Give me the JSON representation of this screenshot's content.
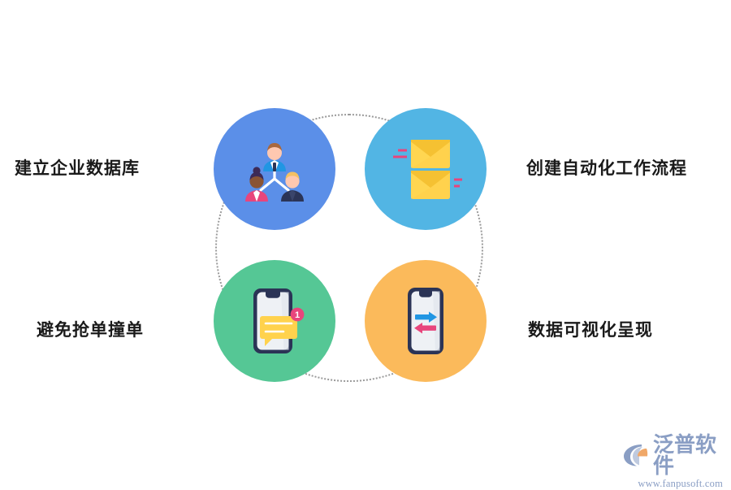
{
  "background_color": "#ffffff",
  "diagram": {
    "title": "",
    "connector": {
      "shape": "dotted-circle",
      "color": "#9a9a9a",
      "style": "dotted"
    },
    "nodes": [
      {
        "id": "tl",
        "position": "top-left",
        "label": "建立企业数据库",
        "label_side": "left",
        "circle_color": "#5b8fe8",
        "icon": "team-org-chart-icon",
        "icon_colors": {
          "leader_shirt": "#2196e3",
          "leader_hair": "#a9683e",
          "tie": "#2b3456",
          "woman_top": "#e8457c",
          "woman_hair": "#3d2a56",
          "woman_skin": "#8a5434",
          "man_shirt": "#2b3456",
          "man_hair": "#f4c064",
          "skin": "#ffc8b0",
          "connector_lines": "#ffffff"
        }
      },
      {
        "id": "tr",
        "position": "top-right",
        "label": "创建自动化工作流程",
        "label_side": "right",
        "circle_color": "#52b5e4",
        "icon": "email-automation-icon",
        "icon_colors": {
          "envelope_body": "#ffd24d",
          "envelope_flap": "#f5c132",
          "motion_lines": "#e8457c"
        }
      },
      {
        "id": "bl",
        "position": "bottom-left",
        "label": "避免抢单撞单",
        "label_side": "left",
        "circle_color": "#55c795",
        "icon": "phone-chat-notification-icon",
        "badge_text": "1",
        "icon_colors": {
          "phone_frame": "#2b3456",
          "phone_screen": "#eef1f5",
          "chat_bubble": "#ffd24d",
          "badge": "#e8457c",
          "badge_text": "#ffffff",
          "bubble_lines": "#ffffff"
        }
      },
      {
        "id": "br",
        "position": "bottom-right",
        "label": "数据可视化呈现",
        "label_side": "right",
        "circle_color": "#fbba5b",
        "icon": "phone-data-transfer-icon",
        "icon_colors": {
          "phone_frame": "#2b3456",
          "phone_screen": "#eef1f5",
          "arrow_right": "#2196e3",
          "arrow_left": "#e8457c"
        }
      }
    ]
  },
  "logo": {
    "name": "泛普软件",
    "url": "www.fanpusoft.com",
    "text_color": "#8a9ec4",
    "mark_color": "#8a9ec4",
    "mark_accent_color": "#f0a868"
  }
}
